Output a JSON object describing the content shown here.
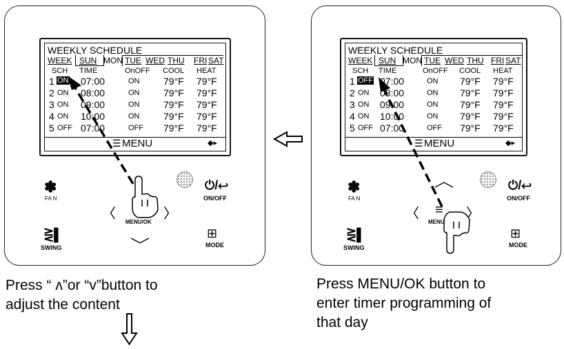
{
  "lcd": {
    "title": "WEEKLY SCHEDULE",
    "days": [
      "WEEK",
      "SUN",
      "MON",
      "TUE",
      "WED",
      "THU",
      "FRI",
      "SAT"
    ],
    "headers": [
      "SCH",
      "TIME",
      "OnOFF",
      "COOL",
      "HEAT"
    ],
    "rows": [
      {
        "num": "1",
        "sch": "ON",
        "time": "07:00",
        "onoff": "ON",
        "cool": "79°F",
        "heat": "79°F"
      },
      {
        "num": "2",
        "sch": "ON",
        "time": "08:00",
        "onoff": "ON",
        "cool": "79°F",
        "heat": "79°F"
      },
      {
        "num": "3",
        "sch": "ON",
        "time": "09:00",
        "onoff": "ON",
        "cool": "79°F",
        "heat": "79°F"
      },
      {
        "num": "4",
        "sch": "ON",
        "time": "10:00",
        "onoff": "ON",
        "cool": "79°F",
        "heat": "79°F"
      },
      {
        "num": "5",
        "sch": "OFF",
        "time": "07:00",
        "onoff": "OFF",
        "cool": "79°F",
        "heat": "79°F"
      }
    ],
    "right_row1_sch": "OFF",
    "menu_label": "MENU",
    "nav_glyph": "◆▸"
  },
  "buttons": {
    "fan": "FA N",
    "onoff": "ON/OFF",
    "menu": "MENU/OK",
    "swing": "SWING",
    "mode": "MODE",
    "left_chevron": "〈",
    "right_chevron": "〉"
  },
  "captions": {
    "left": [
      "Press “ ʌ”or “v”button to",
      "adjust the content"
    ],
    "right": [
      "Press MENU/OK button to",
      "enter timer programming of",
      "that day"
    ]
  },
  "icons": [
    "fan-icon",
    "power-back-icon",
    "menu-lines-icon",
    "swing-icon",
    "mode-grid-icon",
    "sensor-icon",
    "hand-pointer-icon",
    "arrow-left-icon",
    "arrow-down-icon"
  ]
}
